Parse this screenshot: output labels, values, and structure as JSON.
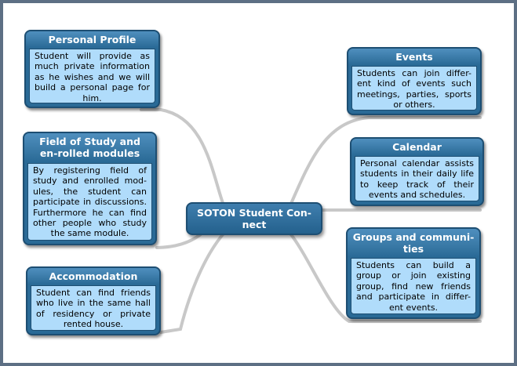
{
  "colors": {
    "frame_border": "#5d6f84",
    "node_header": "#2a6a96",
    "node_body": "#b0dcfb",
    "connector": "#c8c8c8"
  },
  "center": {
    "title": "SOTON Student Con-nect"
  },
  "nodes": [
    {
      "id": "personal-profile",
      "title": "Personal Profile",
      "text": "Student will provide as much private information as he wishes and we will build a personal page for him."
    },
    {
      "id": "field-of-study",
      "title": "Field of Study and en-rolled modules",
      "text": "By registering field of study and enrolled mod-ules, the student can participate in discussions. Furthermore he can find other people who study the same module."
    },
    {
      "id": "accommodation",
      "title": "Accommodation",
      "text": "Student can find friends who live in the same hall of residency or private rented house."
    },
    {
      "id": "events",
      "title": "Events",
      "text": "Students can join differ-ent kind of events such meetings, parties, sports or others."
    },
    {
      "id": "calendar",
      "title": "Calendar",
      "text": "Personal calendar assists students in their daily life to keep track of their events and schedules."
    },
    {
      "id": "groups",
      "title": "Groups and communi-ties",
      "text": "Students can build a group or join existing group, find new friends and participate in differ-ent events."
    }
  ]
}
